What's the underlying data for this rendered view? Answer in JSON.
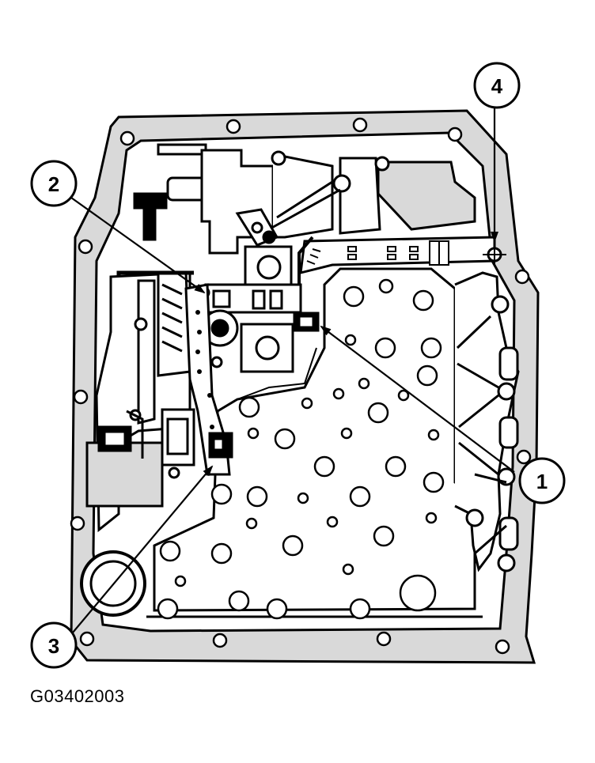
{
  "figure_code": "G03402003",
  "callouts": [
    {
      "id": "1",
      "label": "1"
    },
    {
      "id": "2",
      "label": "2"
    },
    {
      "id": "3",
      "label": "3"
    },
    {
      "id": "4",
      "label": "4"
    }
  ],
  "colors": {
    "ink": "#000000",
    "paper": "#ffffff",
    "shade": "#d9d9d9"
  }
}
